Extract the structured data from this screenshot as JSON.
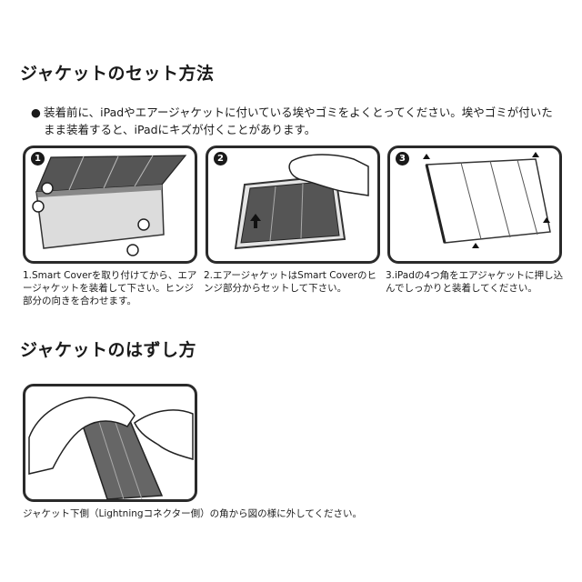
{
  "section_set": {
    "title": "ジャケットのセット方法",
    "bullet_marker": "●",
    "bullet_text": "装着前に、iPadやエアージャケットに付いている埃やゴミをよくとってください。埃やゴミが付いたまま装着すると、iPadにキズが付くことがあります。",
    "steps": [
      {
        "number": "1",
        "caption": "1.Smart Coverを取り付けてから、エアージャケットを装着して下さい。ヒンジ部分の向きを合わせます。"
      },
      {
        "number": "2",
        "caption": "2.エアージャケットはSmart Coverのヒンジ部分からセットして下さい。"
      },
      {
        "number": "3",
        "caption": "3.iPadの4つ角をエアジャケットに押し込んでしっかりと装着してください。"
      }
    ]
  },
  "section_remove": {
    "title": "ジャケットのはずし方",
    "caption": "ジャケット下側（Lightningコネクター側）の角から図の様に外してください。"
  }
}
